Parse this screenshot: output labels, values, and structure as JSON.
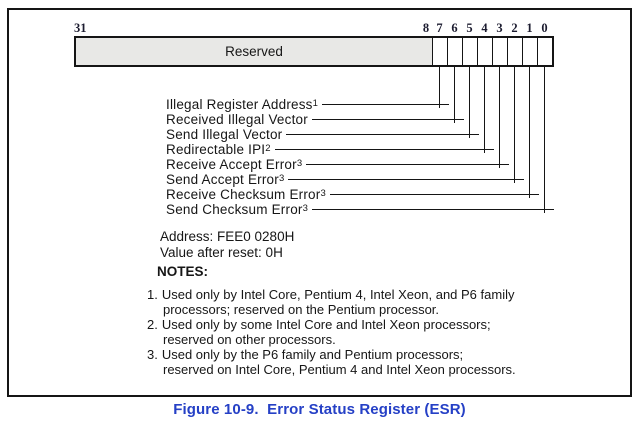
{
  "figure": {
    "register": {
      "msb_label": "31",
      "reserved_label": "Reserved",
      "bit_numbers": [
        "8",
        "7",
        "6",
        "5",
        "4",
        "3",
        "2",
        "1",
        "0"
      ],
      "bits": [
        {
          "bit": "7",
          "label": "Illegal Register Address",
          "sup": "1"
        },
        {
          "bit": "6",
          "label": "Received Illegal Vector",
          "sup": ""
        },
        {
          "bit": "5",
          "label": "Send Illegal Vector",
          "sup": ""
        },
        {
          "bit": "4",
          "label": "Redirectable IPI",
          "sup": "2"
        },
        {
          "bit": "3",
          "label": "Receive Accept Error",
          "sup": "3"
        },
        {
          "bit": "2",
          "label": "Send Accept Error",
          "sup": "3"
        },
        {
          "bit": "1",
          "label": "Receive Checksum Error",
          "sup": "3"
        },
        {
          "bit": "0",
          "label": "Send Checksum Error",
          "sup": "3"
        }
      ]
    },
    "address_line": "Address: FEE0 0280H",
    "reset_line": "Value after reset: 0H",
    "notes_heading": "NOTES:",
    "notes": [
      {
        "num": "1.",
        "line1": "Used only by Intel Core, Pentium 4, Intel Xeon, and P6 family",
        "line2": "processors; reserved on the Pentium processor."
      },
      {
        "num": "2.",
        "line1": "Used only by some Intel Core and Intel Xeon processors;",
        "line2": "reserved on other processors."
      },
      {
        "num": "3.",
        "line1": "Used only by the P6 family and Pentium processors;",
        "line2": "reserved on Intel Core, Pentium 4 and Intel Xeon processors."
      }
    ],
    "caption": "Figure 10-9.  Error Status Register (ESR)",
    "colors": {
      "caption_blue": "#2540c6",
      "reserved_gray": "#e8e8e6"
    }
  }
}
